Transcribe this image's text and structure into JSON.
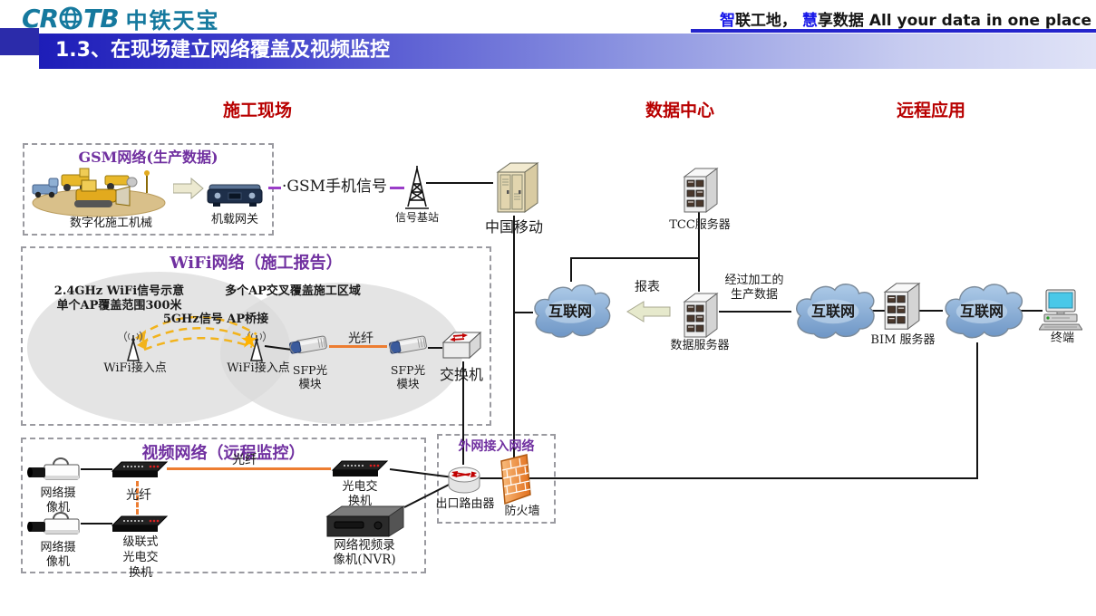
{
  "header": {
    "logo": {
      "cr": "CR",
      "tb": "TB",
      "company": "中铁天宝"
    },
    "slogan": {
      "zhi": "智",
      "part1": "联工地， ",
      "hui": "慧",
      "part2": "享数据 ",
      "en": "All your data in one place"
    },
    "title_bar": "1.3、在现场建立网络覆盖及视频监控"
  },
  "columns": {
    "left": "施工现场",
    "middle": "数据中心",
    "right": "远程应用"
  },
  "gsm": {
    "box_title": "GSM网络(生产数据)",
    "machinery": "数字化施工机械",
    "gateway": "机载网关",
    "signal": "·GSM手机信号",
    "base_station": "信号基站",
    "china_mobile": "中国移动"
  },
  "wifi": {
    "box_title": "WiFi网络（施工报告）",
    "note_24ghz": "2.4GHz WiFi信号示意\n单个AP覆盖范围300米",
    "note_multi_ap": "多个AP交叉覆盖施工区域",
    "note_5ghz": "5GHz信号 AP桥接",
    "ap1": "WiFi接入点",
    "ap2": "WiFi接入点",
    "sfp1": "SFP光\n模块",
    "sfp2": "SFP光\n模块",
    "fiber": "光纤",
    "switch": "交换机"
  },
  "video": {
    "box_title": "视频网络（远程监控）",
    "camera1": "网络摄\n像机",
    "camera2": "网络摄\n像机",
    "fiber_h": "光纤",
    "fiber_v": "光纤",
    "cascade_converter": "级联式\n光电交\n换机",
    "converter": "光电交\n换机",
    "nvr": "网络视频录\n像机(NVR)"
  },
  "access": {
    "box_title": "外网接入网络",
    "router": "出口路由器",
    "firewall": "防火墙"
  },
  "backbone": {
    "tcc": "TCC服务器",
    "internet1": "互联网",
    "report": "报表",
    "data_server": "数据服务器",
    "processed": "经过加工的\n生产数据",
    "internet2": "互联网",
    "bim": "BIM 服务器",
    "internet3": "互联网",
    "terminal": "终端"
  },
  "colors": {
    "title_purple": "#7030a0",
    "column_red": "#b80000",
    "bar_blue_dark": "#1d1db8",
    "logo_teal": "#15799e",
    "slogan_blue": "#1717e8",
    "fiber_orange": "#ed7d31",
    "bridge_yellow": "#f2b31c"
  }
}
